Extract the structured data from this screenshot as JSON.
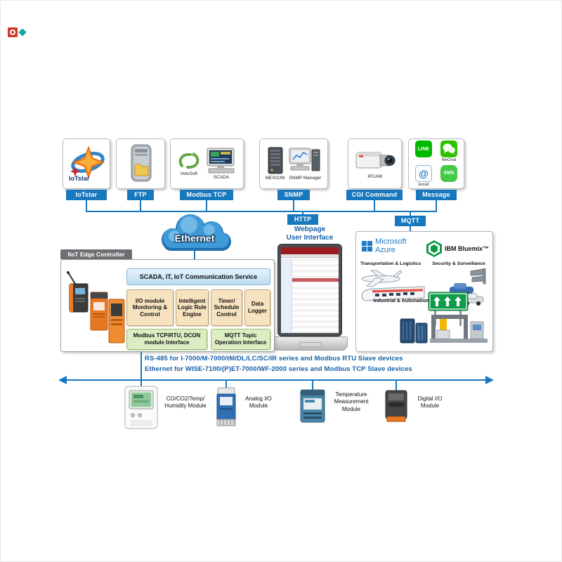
{
  "protocols": {
    "iotstar": {
      "label": "IoTstar",
      "logo_text": "IoTstar"
    },
    "ftp": {
      "label": "FTP"
    },
    "modbus_tcp": {
      "label": "Modbus TCP",
      "indusoft_caption": "InduSoft",
      "scada_caption": "SCADA"
    },
    "snmp": {
      "label": "SNMP",
      "mescim_caption": "MES/CIM",
      "manager_caption": "SNMP Manager"
    },
    "cgi": {
      "label": "CGI Command",
      "ipcam_caption": "IPCAM"
    },
    "message": {
      "label": "Message",
      "line": "LINE",
      "wechat": "WeChat",
      "email": "Email",
      "email_symbol": "@",
      "sms": "SMS"
    }
  },
  "network": {
    "ethernet_label": "Ethernet",
    "http_label": "HTTP",
    "mqtt_label": "MQTT",
    "webpage_line1": "Webpage",
    "webpage_line2": "User Interface"
  },
  "cloud_services": {
    "azure_line1": "Microsoft",
    "azure_line2": "Azure",
    "bluemix_name": "IBM Bluemix™",
    "transportation": "Transportation & Logistics",
    "security": "Security & Surveillance",
    "industrial": "Industrial & Automation"
  },
  "controller": {
    "title": "IIoT Edge Controller",
    "service_bar": "SCADA, IT, IoT Communication Service",
    "functions": [
      "I/O module Monitoring & Control",
      "Intelligent Logic Rule Engine",
      "Timer/ Schedule Control",
      "Data Logger"
    ],
    "interfaces": [
      "Modbus TCP/RTU, DCON module Interface",
      "MQTT Topic Operation Interface"
    ]
  },
  "fieldbus": {
    "line1": "RS-485 for I-7000/M-7000/tM/DL/LC/SC/IR series and Modbus RTU Slave devices",
    "line2": "Ethernet for WISE-7100/(P)ET-7000/WF-2000 series and Modbus TCP Slave devices"
  },
  "field_devices": [
    {
      "label": "CO/CO2/Temp/ Humidity Module"
    },
    {
      "label": "Analog I/O Module"
    },
    {
      "label": "Temperature Measurement Module"
    },
    {
      "label": "Digital I/O Module"
    }
  ]
}
